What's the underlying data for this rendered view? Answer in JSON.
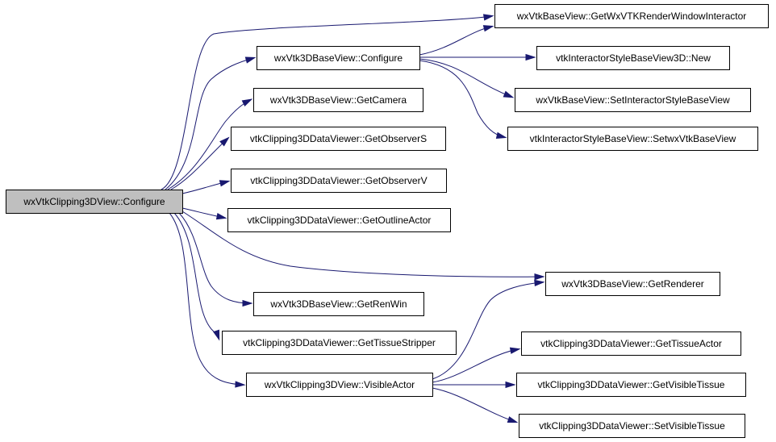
{
  "graph": {
    "root": "wxVtkClipping3DView::Configure",
    "nodes": [
      {
        "id": "root",
        "label": "wxVtkClipping3DView::Configure",
        "is_root": true
      },
      {
        "id": "getwx",
        "label": "wxVtkBaseView::GetWxVTKRenderWindowInteractor"
      },
      {
        "id": "configure3d",
        "label": "wxVtk3DBaseView::Configure"
      },
      {
        "id": "stylenew",
        "label": "vtkInteractorStyleBaseView3D::New"
      },
      {
        "id": "getcamera",
        "label": "wxVtk3DBaseView::GetCamera"
      },
      {
        "id": "setstyle",
        "label": "wxVtkBaseView::SetInteractorStyleBaseView"
      },
      {
        "id": "getobss",
        "label": "vtkClipping3DDataViewer::GetObserverS"
      },
      {
        "id": "setwx",
        "label": "vtkInteractorStyleBaseView::SetwxVtkBaseView"
      },
      {
        "id": "getobsv",
        "label": "vtkClipping3DDataViewer::GetObserverV"
      },
      {
        "id": "getoutline",
        "label": "vtkClipping3DDataViewer::GetOutlineActor"
      },
      {
        "id": "getrenderer",
        "label": "wxVtk3DBaseView::GetRenderer"
      },
      {
        "id": "getrenwin",
        "label": "wxVtk3DBaseView::GetRenWin"
      },
      {
        "id": "gettissuestripper",
        "label": "vtkClipping3DDataViewer::GetTissueStripper"
      },
      {
        "id": "gettissueactor",
        "label": "vtkClipping3DDataViewer::GetTissueActor"
      },
      {
        "id": "visibleactor",
        "label": "wxVtkClipping3DView::VisibleActor"
      },
      {
        "id": "getvisibletissue",
        "label": "vtkClipping3DDataViewer::GetVisibleTissue"
      },
      {
        "id": "setvisibletissue",
        "label": "vtkClipping3DDataViewer::SetVisibleTissue"
      }
    ],
    "edges": [
      {
        "from": "root",
        "to": "getwx"
      },
      {
        "from": "root",
        "to": "configure3d"
      },
      {
        "from": "root",
        "to": "getcamera"
      },
      {
        "from": "root",
        "to": "getobss"
      },
      {
        "from": "root",
        "to": "getobsv"
      },
      {
        "from": "root",
        "to": "getoutline"
      },
      {
        "from": "root",
        "to": "getrenderer"
      },
      {
        "from": "root",
        "to": "getrenwin"
      },
      {
        "from": "root",
        "to": "gettissuestripper"
      },
      {
        "from": "root",
        "to": "visibleactor"
      },
      {
        "from": "configure3d",
        "to": "getwx"
      },
      {
        "from": "configure3d",
        "to": "stylenew"
      },
      {
        "from": "configure3d",
        "to": "setstyle"
      },
      {
        "from": "configure3d",
        "to": "setwx"
      },
      {
        "from": "visibleactor",
        "to": "getrenderer"
      },
      {
        "from": "visibleactor",
        "to": "gettissueactor"
      },
      {
        "from": "visibleactor",
        "to": "getvisibletissue"
      },
      {
        "from": "visibleactor",
        "to": "setvisibletissue"
      }
    ]
  },
  "colors": {
    "edge": "#191970",
    "root_fill": "#bfbfbf",
    "node_fill": "#ffffff",
    "node_border": "#000000"
  }
}
